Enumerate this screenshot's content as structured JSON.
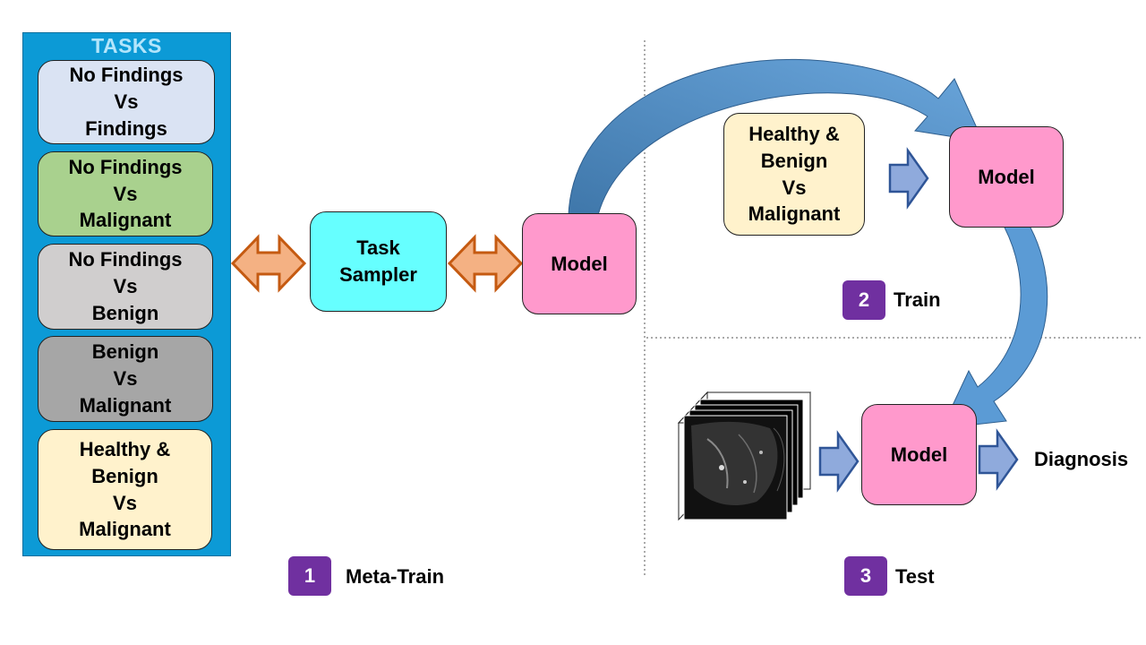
{
  "tasks_panel": {
    "title": "TASKS",
    "items": [
      {
        "label": "No Findings\nVs\nFindings",
        "color": "#dae3f3"
      },
      {
        "label": "No Findings\nVs\nMalignant",
        "color": "#a9d18e"
      },
      {
        "label": "No Findings\nVs\nBenign",
        "color": "#d0cece"
      },
      {
        "label": "Benign\nVs\nMalignant",
        "color": "#a6a6a6"
      },
      {
        "label": "Healthy &\nBenign\nVs\nMalignant",
        "color": "#fff2cc"
      }
    ]
  },
  "meta_train": {
    "task_sampler": "Task\nSampler",
    "model": "Model",
    "step_number": "1",
    "step_label": "Meta-Train"
  },
  "train": {
    "task": "Healthy &\nBenign\nVs\nMalignant",
    "model": "Model",
    "step_number": "2",
    "step_label": "Train"
  },
  "test": {
    "model": "Model",
    "output": "Diagnosis",
    "step_number": "3",
    "step_label": "Test"
  },
  "colors": {
    "panel": "#0c9ad6",
    "model": "#ff99cc",
    "sampler": "#66ffff",
    "badge": "#7030a0",
    "flow_arrow": "#5b9bd5",
    "block_arrow": "#8faadc",
    "double_arrow": "#f4b183"
  }
}
